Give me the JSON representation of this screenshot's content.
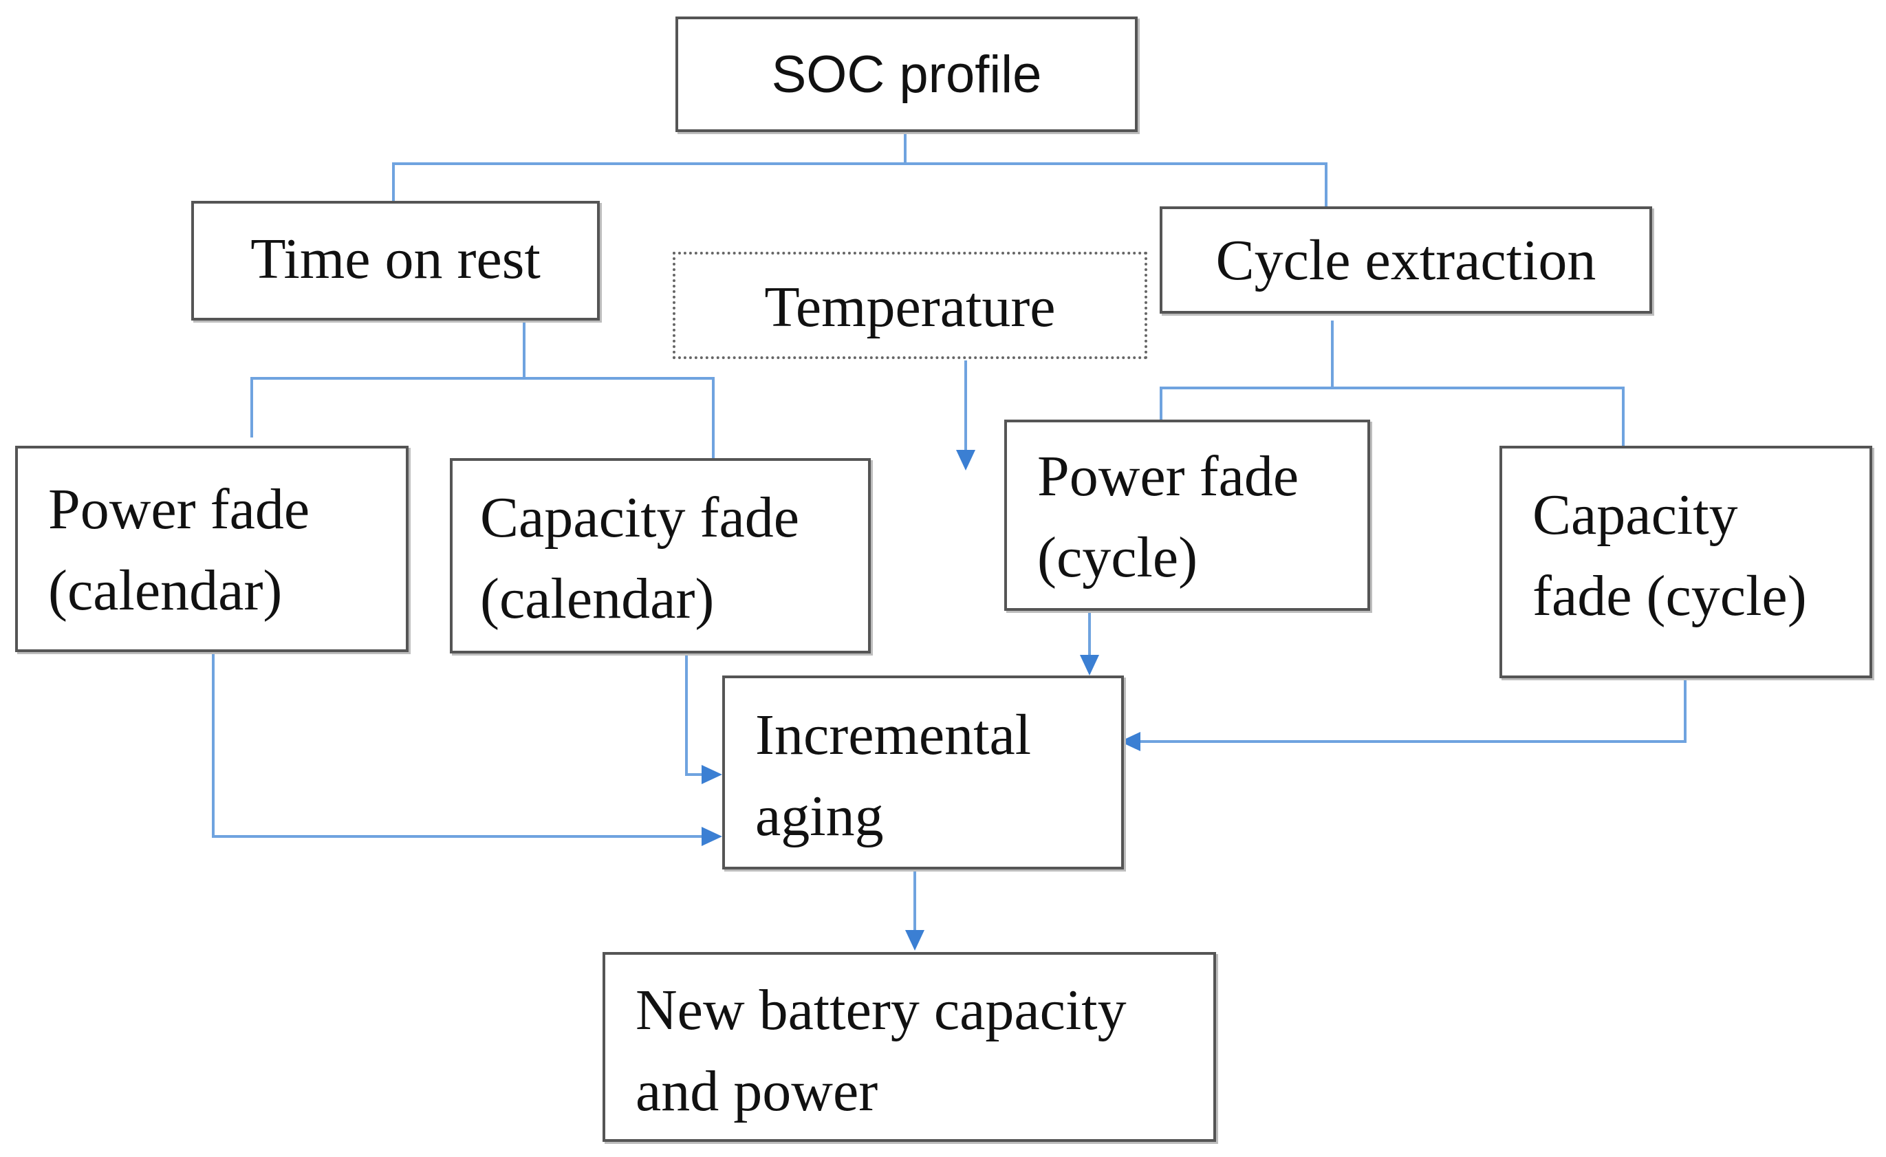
{
  "diagram": {
    "nodes": {
      "soc_profile": {
        "lines": [
          "SOC profile"
        ]
      },
      "time_on_rest": {
        "lines": [
          "Time on rest"
        ]
      },
      "temperature": {
        "lines": [
          "Temperature"
        ]
      },
      "cycle_extraction": {
        "lines": [
          "Cycle extraction"
        ]
      },
      "power_fade_calendar": {
        "lines": [
          "Power fade",
          "(calendar)"
        ]
      },
      "capacity_fade_calendar": {
        "lines": [
          "Capacity fade",
          "(calendar)"
        ]
      },
      "power_fade_cycle": {
        "lines": [
          "Power fade",
          "(cycle)"
        ]
      },
      "capacity_fade_cycle": {
        "lines": [
          "Capacity",
          "fade (cycle)"
        ]
      },
      "incremental_aging": {
        "lines": [
          "Incremental",
          "aging"
        ]
      },
      "new_battery": {
        "lines": [
          "New battery capacity",
          "and power"
        ]
      }
    },
    "edges": [
      {
        "from": "soc_profile",
        "to": "time_on_rest"
      },
      {
        "from": "soc_profile",
        "to": "cycle_extraction"
      },
      {
        "from": "time_on_rest",
        "to": "power_fade_calendar"
      },
      {
        "from": "time_on_rest",
        "to": "capacity_fade_calendar"
      },
      {
        "from": "cycle_extraction",
        "to": "power_fade_cycle"
      },
      {
        "from": "cycle_extraction",
        "to": "capacity_fade_cycle"
      },
      {
        "from": "temperature",
        "to": "incremental_aging"
      },
      {
        "from": "power_fade_calendar",
        "to": "incremental_aging"
      },
      {
        "from": "capacity_fade_calendar",
        "to": "incremental_aging"
      },
      {
        "from": "power_fade_cycle",
        "to": "incremental_aging"
      },
      {
        "from": "capacity_fade_cycle",
        "to": "incremental_aging"
      },
      {
        "from": "incremental_aging",
        "to": "new_battery"
      }
    ],
    "colors": {
      "connector": "#6fa3df",
      "arrowhead": "#3b7fd3",
      "box_border": "#555555"
    }
  }
}
